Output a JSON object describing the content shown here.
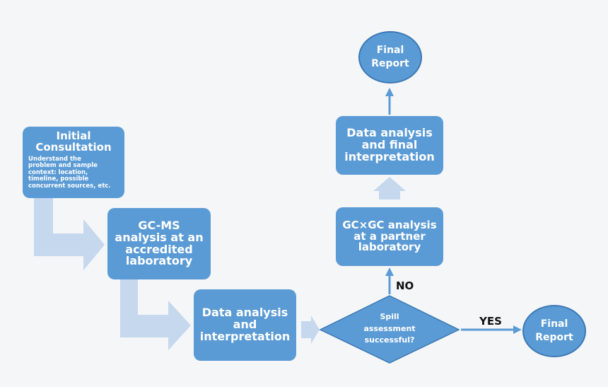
{
  "initial": {
    "title_line1": "Initial",
    "title_line2": "Consultation",
    "desc_lines": [
      "Understand the",
      "problem and sample",
      "context: location,",
      "timeline, possible",
      "concurrent sources, etc."
    ]
  },
  "gcms": {
    "lines": [
      "GC-MS",
      "analysis at an",
      "accredited",
      "laboratory"
    ]
  },
  "data_interp": {
    "lines": [
      "Data analysis",
      "and",
      "interpretation"
    ]
  },
  "decision": {
    "lines": [
      "Spill",
      "assessment",
      "successful?"
    ]
  },
  "yes_label": "YES",
  "no_label": "NO",
  "final_right": {
    "lines": [
      "Final",
      "Report"
    ]
  },
  "gcxgc": {
    "lines": [
      "GC×GC analysis",
      "at a partner",
      "laboratory"
    ]
  },
  "data_final": {
    "lines": [
      "Data analysis",
      "and final",
      "interpretation"
    ]
  },
  "final_top": {
    "lines": [
      "Final",
      "Report"
    ]
  },
  "colors": {
    "box": "#5b9bd5",
    "light_arrow": "#c5d8ee",
    "arrow": "#5b9bd5",
    "background": "#f5f6f8"
  }
}
